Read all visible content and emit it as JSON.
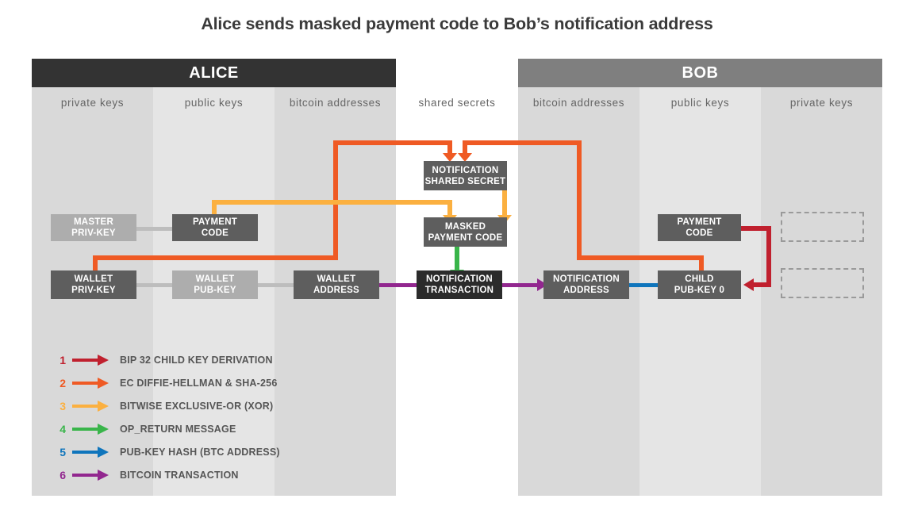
{
  "title": "Alice sends masked payment code to Bob’s notification address",
  "parties": [
    {
      "name": "ALICE",
      "color": "#333333"
    },
    {
      "name": "BOB",
      "color": "#7f7f7f"
    }
  ],
  "columns": [
    {
      "id": "alice-private-keys",
      "label": "private keys"
    },
    {
      "id": "alice-public-keys",
      "label": "public keys"
    },
    {
      "id": "alice-bitcoin-addresses",
      "label": "bitcoin addresses"
    },
    {
      "id": "shared-secrets",
      "label": "shared secrets"
    },
    {
      "id": "bob-bitcoin-addresses",
      "label": "bitcoin addresses"
    },
    {
      "id": "bob-public-keys",
      "label": "public keys"
    },
    {
      "id": "bob-private-keys",
      "label": "private keys"
    }
  ],
  "nodes": [
    {
      "id": "alice-master-priv-key",
      "line1": "MASTER",
      "line2": "PRIV-KEY"
    },
    {
      "id": "alice-payment-code",
      "line1": "PAYMENT",
      "line2": "CODE"
    },
    {
      "id": "alice-wallet-priv-key",
      "line1": "WALLET",
      "line2": "PRIV-KEY"
    },
    {
      "id": "alice-wallet-pub-key",
      "line1": "WALLET",
      "line2": "PUB-KEY"
    },
    {
      "id": "alice-wallet-address",
      "line1": "WALLET",
      "line2": "ADDRESS"
    },
    {
      "id": "notification-shared-secret",
      "line1": "NOTIFICATION",
      "line2": "SHARED SECRET"
    },
    {
      "id": "masked-payment-code",
      "line1": "MASKED",
      "line2": "PAYMENT CODE"
    },
    {
      "id": "notification-transaction",
      "line1": "NOTIFICATION",
      "line2": "TRANSACTION"
    },
    {
      "id": "bob-notification-address",
      "line1": "NOTIFICATION",
      "line2": "ADDRESS"
    },
    {
      "id": "bob-payment-code",
      "line1": "PAYMENT",
      "line2": "CODE"
    },
    {
      "id": "bob-child-pub-key",
      "line1": "CHILD",
      "line2": "PUB-KEY  0"
    }
  ],
  "legend": {
    "items": [
      {
        "num": "1",
        "color": "#c0202e",
        "label": "BIP 32 CHILD KEY DERIVATION"
      },
      {
        "num": "2",
        "color": "#ef5a24",
        "label": "EC DIFFIE-HELLMAN & SHA-256"
      },
      {
        "num": "3",
        "color": "#fbb040",
        "label": "BITWISE EXCLUSIVE-OR (XOR)"
      },
      {
        "num": "4",
        "color": "#39b54a",
        "label": "OP_RETURN MESSAGE"
      },
      {
        "num": "5",
        "color": "#0f75bc",
        "label": "PUB-KEY HASH (BTC ADDRESS)"
      },
      {
        "num": "6",
        "color": "#92278f",
        "label": "BITCOIN TRANSACTION"
      }
    ]
  },
  "colors": {
    "red": "#c0202e",
    "orange": "#ef5a24",
    "yellow": "#fbb040",
    "green": "#39b54a",
    "blue": "#0f75bc",
    "purple": "#92278f",
    "grey_link": "#bdbdbd",
    "node_dark": "#5e5e5e",
    "node_light": "#adadad",
    "node_black": "#2b2b2b",
    "band_dark": "#d9d9d9",
    "band_light": "#e5e5e5"
  }
}
